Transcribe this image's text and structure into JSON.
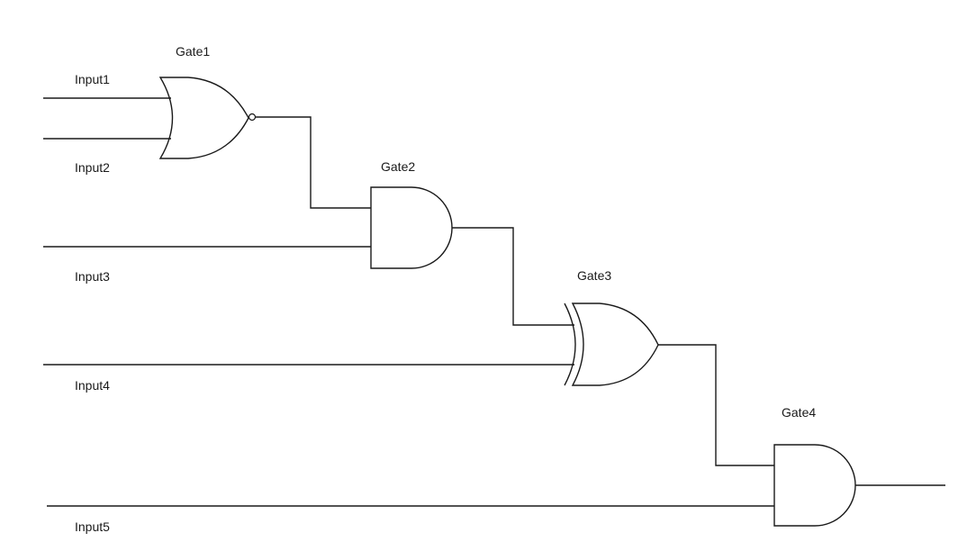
{
  "diagram": {
    "gates": [
      {
        "label": "Gate1",
        "type": "NOR"
      },
      {
        "label": "Gate2",
        "type": "AND"
      },
      {
        "label": "Gate3",
        "type": "XOR"
      },
      {
        "label": "Gate4",
        "type": "AND"
      }
    ],
    "inputs": [
      {
        "label": "Input1"
      },
      {
        "label": "Input2"
      },
      {
        "label": "Input3"
      },
      {
        "label": "Input4"
      },
      {
        "label": "Input5"
      }
    ],
    "colors": {
      "stroke": "#1a1a1a",
      "background": "#ffffff"
    }
  }
}
